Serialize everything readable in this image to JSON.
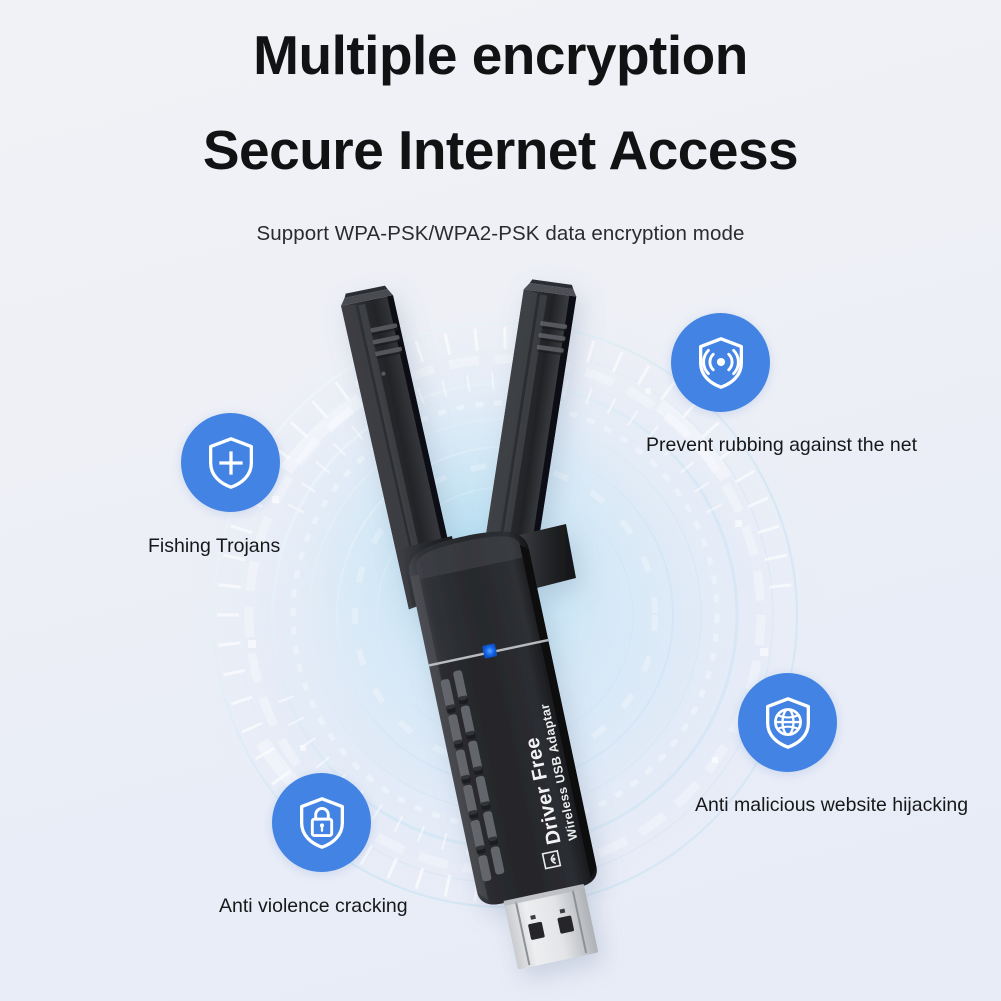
{
  "headline": {
    "line1": "Multiple encryption",
    "line2": "Secure Internet Access"
  },
  "subtitle": "Support WPA-PSK/WPA2-PSK data encryption mode",
  "colors": {
    "badge_blue": "#4283e4",
    "text_dark": "#111214",
    "background_top": "#f1f2f5",
    "background_bottom": "#e8ecf7",
    "led_blue": "#1a6df0",
    "device_black": "#27282b"
  },
  "features": [
    {
      "id": "fishing",
      "icon": "shield-plus-icon",
      "label": "Fishing Trojans"
    },
    {
      "id": "prevent",
      "icon": "shield-signal-icon",
      "label": "Prevent rubbing against the net"
    },
    {
      "id": "hijack",
      "icon": "shield-globe-icon",
      "label": "Anti malicious website hijacking"
    },
    {
      "id": "violence",
      "icon": "shield-lock-icon",
      "label": "Anti violence cracking"
    }
  ],
  "product": {
    "label_line1": "Driver Free",
    "label_line2": "Wireless USB Adaptar",
    "led_indicator": "blue",
    "antenna_count": 2,
    "connector": "USB-A"
  }
}
